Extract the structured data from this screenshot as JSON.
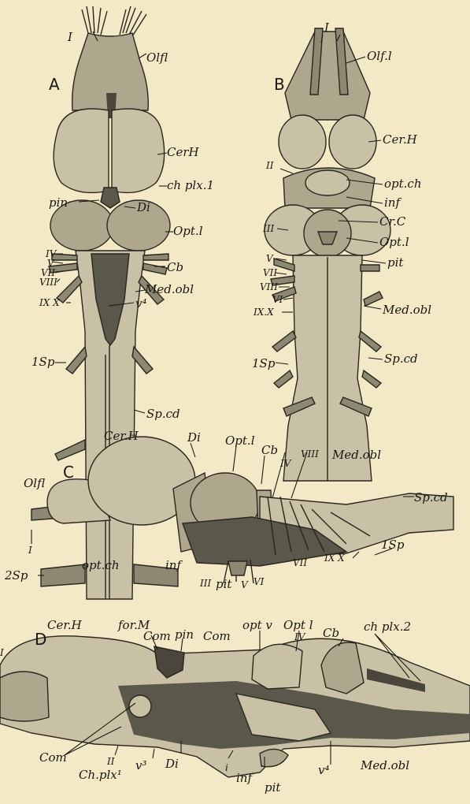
{
  "panels": {
    "A": "A",
    "B": "B",
    "C": "C",
    "D": "D"
  },
  "labels": {
    "a": {
      "I": "I",
      "olfl": "Olfl",
      "cerh": "CerH",
      "chplx1": "ch plx.1",
      "pin": "pin",
      "di": "Di",
      "optl": "Opt.l",
      "iv": "IV",
      "v": "V",
      "vii": "VII",
      "viii": "VIII",
      "cb": "Cb",
      "ixx": "IX X",
      "medobl": "Med.obl",
      "v4": "v⁴",
      "sp1": "1Sp",
      "spcd": "Sp.cd",
      "sp2": "2Sp"
    },
    "b": {
      "I": "I",
      "olfl": "Olf.l",
      "cerh": "Cer.H",
      "ii": "II",
      "optch": "opt.ch",
      "inf": "inf",
      "crc": "Cr.C",
      "iii": "III",
      "optl": "Opt.l",
      "pit": "pit",
      "v": "V",
      "vii": "VII",
      "viii": "VIII",
      "vi": "VI",
      "ixx": "IX.X",
      "medobl": "Med.obl",
      "sp1": "1Sp",
      "spcd": "Sp.cd"
    },
    "c": {
      "cerh": "Cer.H",
      "di": "Di",
      "optl": "Opt.l",
      "cb": "Cb",
      "iv": "IV",
      "viii": "VIII",
      "medobl": "Med.obl",
      "olfl": "Olfl",
      "spcd": "Sp.cd",
      "I": "I",
      "optch": "opt.ch",
      "inf": "inf",
      "iii": "III",
      "pit": "pit",
      "v": "V",
      "vi": "VI",
      "vii": "VII",
      "ixx": "IX X",
      "sp1": "1Sp"
    },
    "d": {
      "cerh": "Cer.H",
      "form": "for.M",
      "com1": "Com",
      "pin": "pin",
      "com2": "Com",
      "optv": "opt v",
      "optl": "Opt l",
      "iv": "IV",
      "cb": "Cb",
      "chplx2": "ch plx.2",
      "I": "I",
      "com3": "Com",
      "ii": "II",
      "chplx1": "Ch.plx¹",
      "v3": "v³",
      "di": "Di",
      "i": "i",
      "inf": "inf",
      "pit": "pit",
      "v4": "v⁴",
      "medobl": "Med.obl"
    }
  },
  "colors": {
    "paper": "#f3e9c6",
    "ink": "#1a1712",
    "light_tissue": "#c9c1a5",
    "mid_tissue": "#aea78d",
    "dark_tissue": "#5a574b"
  }
}
